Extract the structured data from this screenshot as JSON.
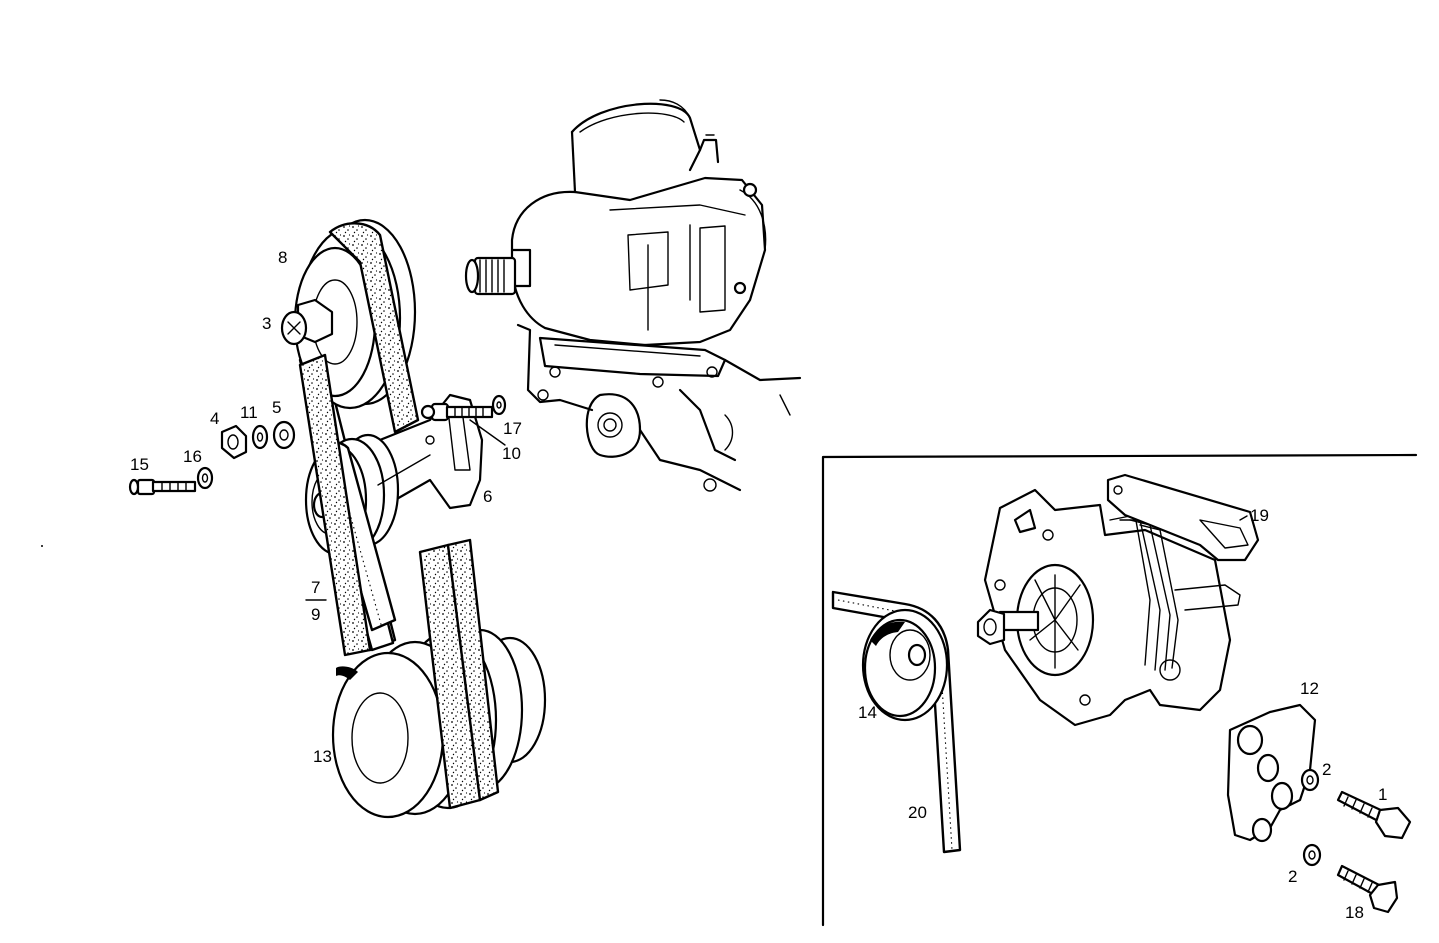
{
  "callouts": {
    "c1": "1",
    "c2a": "2",
    "c2b": "2",
    "c3": "3",
    "c4": "4",
    "c5": "5",
    "c6": "6",
    "c7": "7",
    "c8": "8",
    "c9": "9",
    "c10": "10",
    "c11": "11",
    "c12": "12",
    "c13": "13",
    "c14": "14",
    "c15": "15",
    "c16": "16",
    "c17": "17",
    "c18": "18",
    "c19": "19",
    "c20": "20"
  },
  "colors": {
    "ink": "#000000",
    "paper": "#ffffff"
  }
}
